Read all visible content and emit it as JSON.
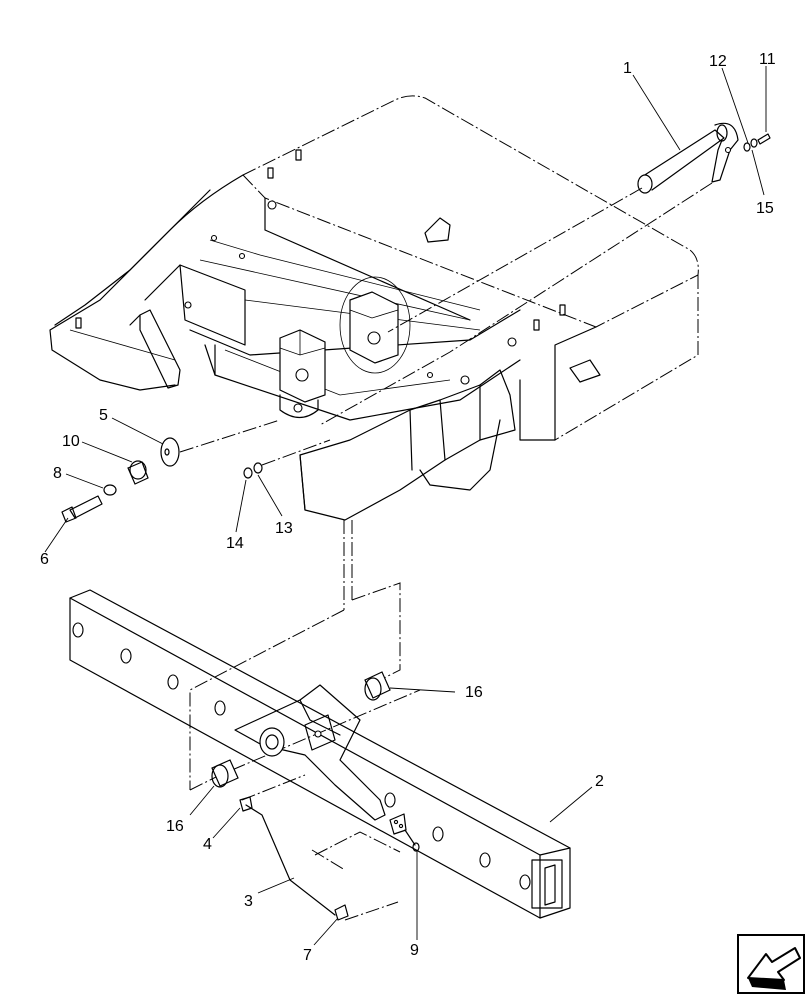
{
  "callouts": {
    "c1": "1",
    "c2": "2",
    "c3": "3",
    "c4": "4",
    "c5": "5",
    "c6": "6",
    "c7": "7",
    "c8": "8",
    "c9": "9",
    "c10": "10",
    "c11": "11",
    "c12": "12",
    "c13": "13",
    "c14": "14",
    "c15": "15",
    "c16a": "16",
    "c16b": "16"
  },
  "nav_icon": "previous-page-arrow-icon"
}
